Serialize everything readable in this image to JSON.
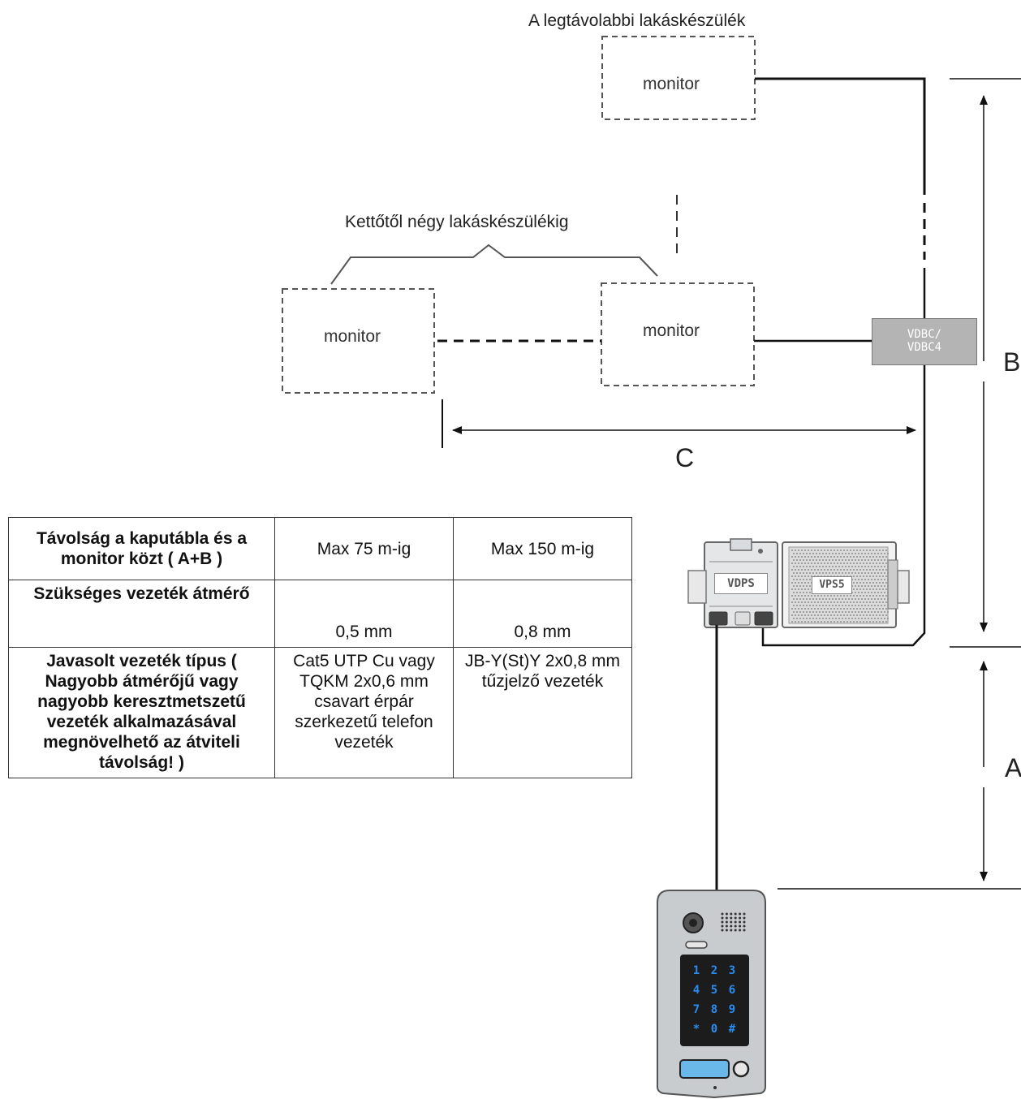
{
  "labels": {
    "farthest_unit": "A legtávolabbi lakáskészülék",
    "two_to_four_units": "Kettőtől négy lakáskészülékig",
    "monitor": "monitor",
    "distance_a": "A",
    "distance_b": "B",
    "distance_c": "C"
  },
  "devices": {
    "distributor": [
      "VDBC/",
      "VDBC4"
    ],
    "power_supply": "VDPS",
    "psu_module": "VPS5",
    "keypad": [
      "1",
      "2",
      "3",
      "4",
      "5",
      "6",
      "7",
      "8",
      "9",
      "*",
      "0",
      "#"
    ]
  },
  "table": {
    "rows": [
      [
        "Távolság a kaputábla és a monitor közt ( A+B )",
        "Max 75 m-ig",
        "Max 150 m-ig"
      ],
      [
        "Szükséges vezeték átmérő",
        "0,5 mm",
        "0,8 mm"
      ],
      [
        "Javasolt vezeték típus ( Nagyobb átmérőjű vagy nagyobb keresztmetszetű vezeték alkalmazásával megnövelhető az átviteli távolság! )",
        "Cat5 UTP Cu vagy TQKM 2x0,6 mm csavart érpár szerkezetű telefon vezeték",
        "JB-Y(St)Y 2x0,8 mm tűzjelző vezeték"
      ]
    ]
  },
  "colors": {
    "line": "#111111",
    "dashed_box": "#555555",
    "distributor_fill": "#b4b4b4",
    "panel_body": "#c9ccce",
    "keypad_bg": "#1c1c1c",
    "keypad_digits": "#2a8cf0",
    "card_reader": "#6ab8ea"
  }
}
